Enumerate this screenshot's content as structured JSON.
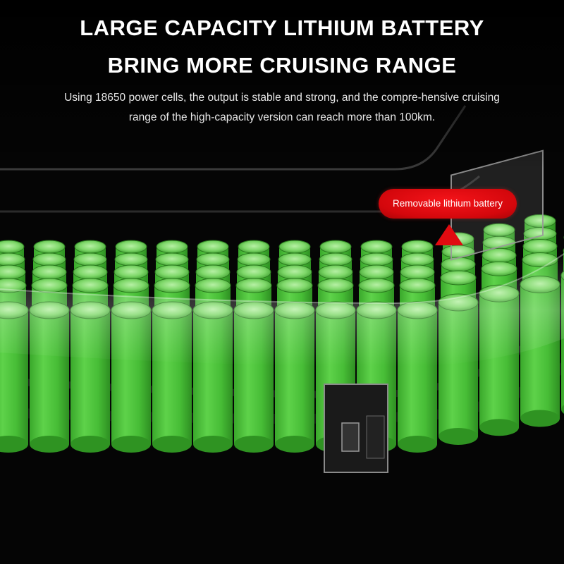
{
  "headline": {
    "line1": "LARGE CAPACITY LITHIUM BATTERY",
    "line2": "BRING MORE CRUISING RANGE"
  },
  "description": "Using 18650 power cells, the output is stable and strong, and the compre-hensive cruising range of the high-capacity version can reach more than 100km.",
  "callout": {
    "label": "Removable lithium battery"
  },
  "colors": {
    "background": "#000000",
    "cell_green": "#4cc83a",
    "cell_top": "#8ee07a",
    "callout_red": "#e00b10",
    "text": "#ffffff"
  },
  "icons": {
    "battery_pack": "battery-pack-icon",
    "callout_pointer": "triangle-up-icon"
  }
}
